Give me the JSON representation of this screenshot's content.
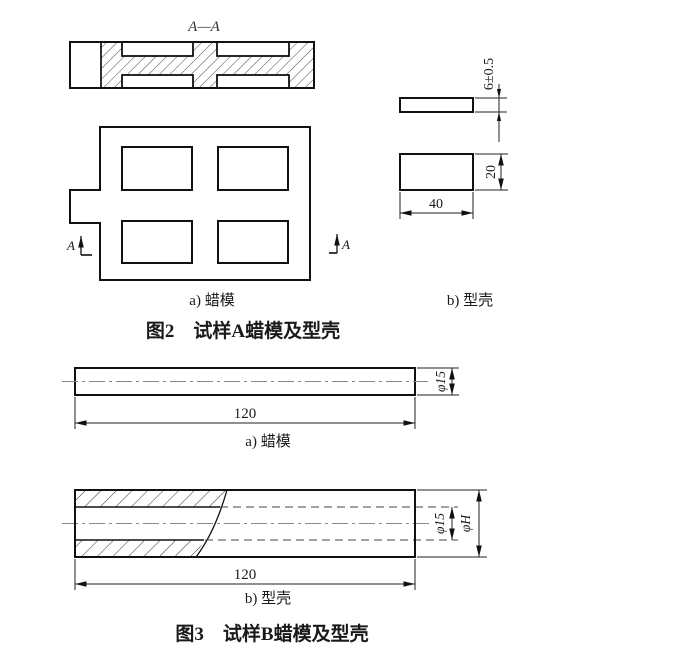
{
  "figure2": {
    "section_label": "A—A",
    "arrow_label_left": "A",
    "arrow_label_right": "A",
    "dim_shell_thickness": "6±0.5",
    "dim_shell_height": "20",
    "dim_shell_width": "40",
    "caption_a": "a) 蜡模",
    "caption_b": "b) 型壳",
    "title": "图2　试样A蜡模及型壳"
  },
  "figure3": {
    "dim_wax_length": "120",
    "dim_wax_dia": "φ15",
    "dim_shell_length": "120",
    "dim_shell_inner_dia": "φ15",
    "dim_shell_outer_dia": "φH",
    "caption_a": "a) 蜡模",
    "caption_b": "b) 型壳",
    "title": "图3　试样B蜡模及型壳"
  }
}
